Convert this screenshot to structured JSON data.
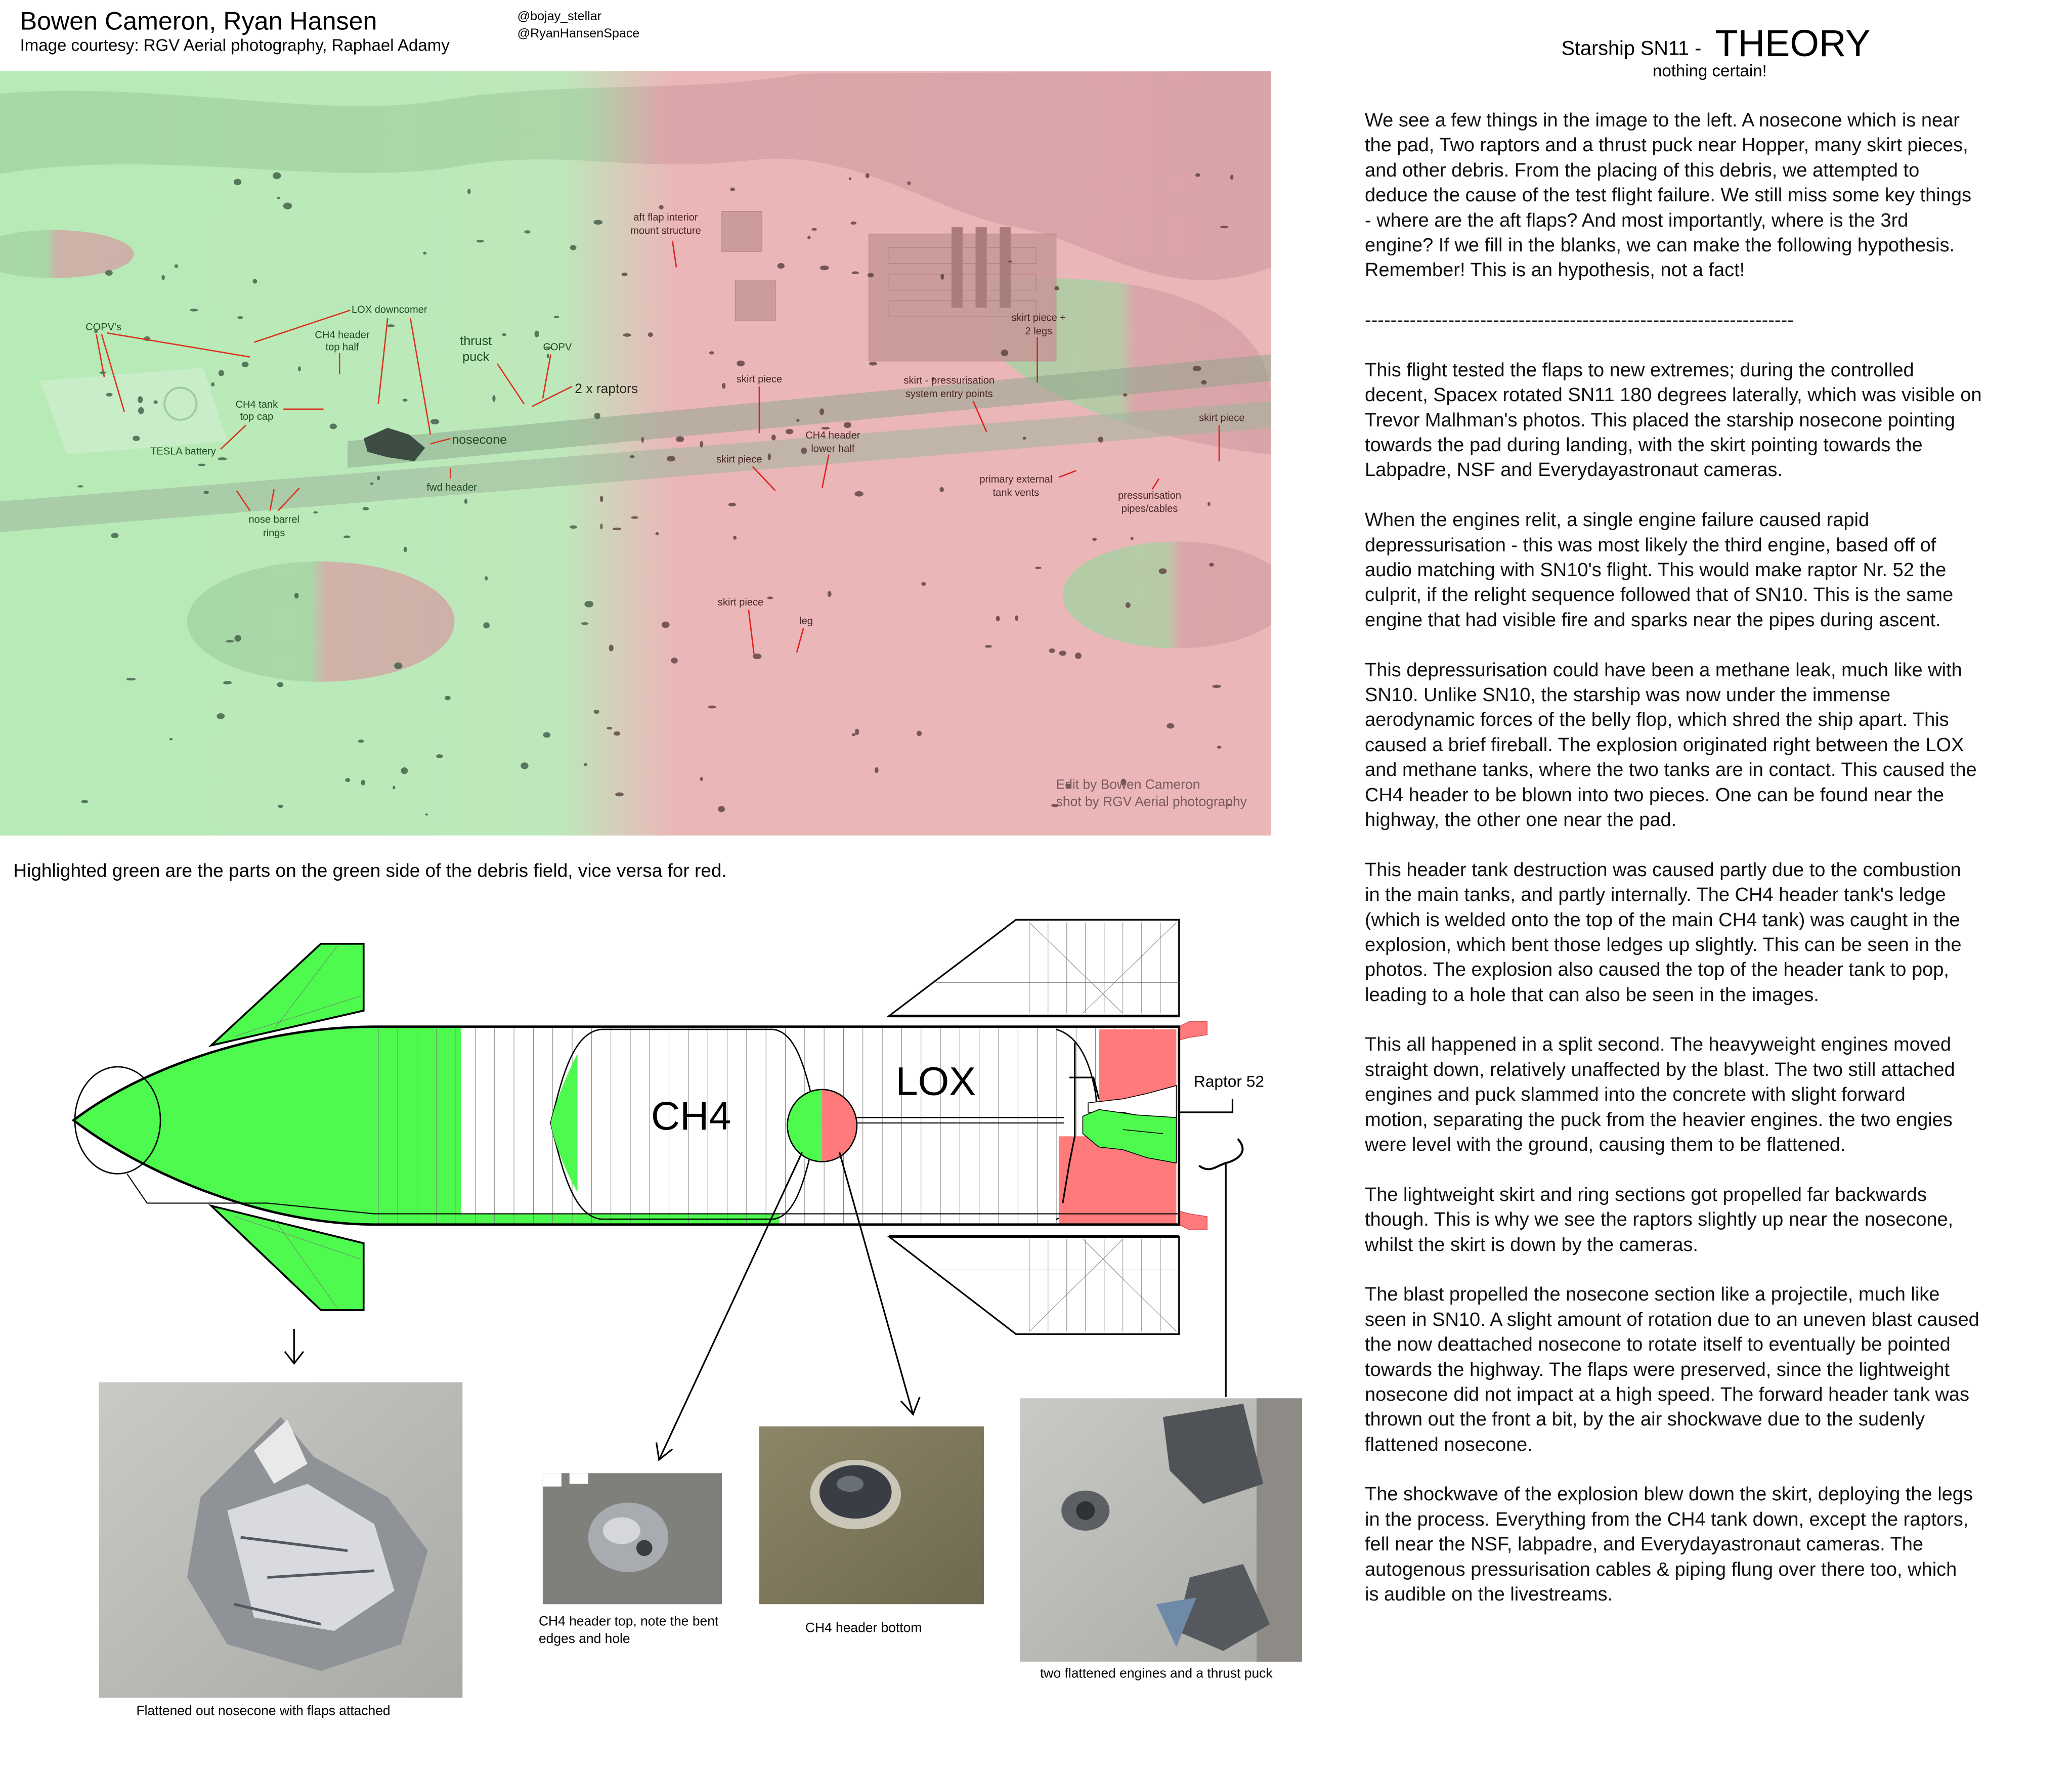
{
  "header": {
    "authors": "Bowen Cameron, Ryan Hansen",
    "courtesy": "Image courtesy: RGV Aerial photography,  Raphael Adamy",
    "handles": [
      "@bojay_stellar",
      "@RyanHansenSpace"
    ]
  },
  "title": {
    "prefix": "Starship SN11 -",
    "main": "THEORY",
    "subtitle": "nothing certain!"
  },
  "aerial": {
    "labels": [
      "aft flap interior",
      "mount structure",
      "COPV's",
      "LOX downcomer",
      "CH4 header",
      "top half",
      "thrust",
      "puck",
      "COPV",
      "2 x raptors",
      "CH4 tank",
      "top cap",
      "TESLA battery",
      "nosecone",
      "fwd header",
      "nose barrel",
      "rings",
      "skirt piece",
      "skirt piece",
      "CH4 header",
      "lower half",
      "skirt - pressurisation",
      "system entry points",
      "skirt piece +",
      "2 legs",
      "skirt piece",
      "primary external",
      "tank vents",
      "pressurisation",
      "pipes/cables",
      "skirt piece",
      "leg"
    ],
    "credit": [
      "Edit by Bowen Cameron",
      "shot by RGV Aerial photography"
    ],
    "colors": {
      "green_side": "#b6ebb6",
      "red_side": "#ebb6b6",
      "leader": "#d8351f"
    }
  },
  "note": "Highlighted green are the parts on the green side of the debris field, vice versa for red.",
  "diagram": {
    "ch4_label": "CH4",
    "lox_label": "LOX",
    "raptor_label": "Raptor 52",
    "colors": {
      "green": "#4dfa4d",
      "red": "#ff7a7a"
    }
  },
  "photos": {
    "nosecone": "Flattened out nosecone with flaps attached",
    "ch4_top": [
      "CH4 header top, note the bent",
      "edges and hole"
    ],
    "ch4_bottom": "CH4 header bottom",
    "engines": "two flattened engines and a thrust puck"
  },
  "article": {
    "divider": "-------------------------------------------------------------------",
    "paragraphs": [
      [
        "We see a few things in the image to the left. A nosecone which is near",
        "the pad, Two raptors and a thrust puck near Hopper, many skirt pieces,",
        "and other debris. From the placing of this debris, we attempted to",
        "deduce the cause of the test flight failure. We still miss some key things",
        "- where are the aft flaps? And most importantly, where is the 3rd",
        "engine? If we fill in the blanks, we can make the following hypothesis.",
        "Remember! This is an hypothesis, not a fact!"
      ],
      [
        "This flight tested the flaps to new extremes; during the controlled",
        "decent, Spacex rotated SN11 180 degrees laterally, which was visible on",
        "Trevor Malhman's photos. This placed the starship nosecone pointing",
        "towards the pad during landing, with the skirt pointing towards the",
        "Labpadre, NSF and Everydayastronaut cameras."
      ],
      [
        "When the engines relit, a single engine failure caused rapid",
        "depressurisation - this was most likely the third engine, based off of",
        "audio matching with SN10's flight. This would make raptor Nr. 52 the",
        "culprit, if the relight sequence followed that of SN10. This is the same",
        "engine that had visible fire and sparks near the pipes during ascent."
      ],
      [
        "This depressurisation could have been a methane leak, much like with",
        "SN10. Unlike SN10, the starship was now under the immense",
        "aerodynamic forces of the belly flop, which shred the ship apart. This",
        "caused a brief fireball. The explosion originated right between the LOX",
        "and methane tanks, where the two tanks are in contact. This caused the",
        "CH4 header to be blown into two pieces. One can be found near the",
        "highway, the other one near the pad."
      ],
      [
        "This header tank destruction was caused partly due to the combustion",
        "in the main tanks, and partly internally. The CH4 header tank's ledge",
        "(which is welded onto the top of the main CH4 tank) was caught in the",
        "explosion, which bent those ledges up slightly. This can be seen in the",
        "photos. The explosion also caused the top of the header tank to pop,",
        "leading to a hole that can also be seen in the images."
      ],
      [
        "This all happened in a split second. The heavyweight engines moved",
        "straight down, relatively unaffected by the blast. The two still attached",
        "engines and puck slammed into the concrete with slight forward",
        "motion, separating the puck from the heavier engines. the two engies",
        "were level with the ground, causing them to be flattened."
      ],
      [
        "The lightweight skirt and ring sections got propelled far backwards",
        "though. This is why we see the raptors slightly up near the nosecone,",
        "whilst the skirt is down by the cameras."
      ],
      [
        "The blast propelled the nosecone section like a projectile, much like",
        "seen in SN10. A slight amount of rotation due to an uneven blast caused",
        "the now deattached nosecone to rotate itself to eventually be pointed",
        "towards the highway. The flaps were preserved, since the lightweight",
        "nosecone did not impact at a high speed. The forward header tank was",
        "thrown out the front a bit, by the air shockwave due to the sudenly",
        "flattened nosecone."
      ],
      [
        "The shockwave of the explosion blew down the skirt, deploying the legs",
        "in the process. Everything from the CH4 tank down, except the raptors,",
        "fell near the NSF, labpadre, and Everydayastronaut cameras. The",
        "autogenous pressurisation cables & piping flung over there too, which",
        "is audible on the livestreams."
      ]
    ]
  }
}
